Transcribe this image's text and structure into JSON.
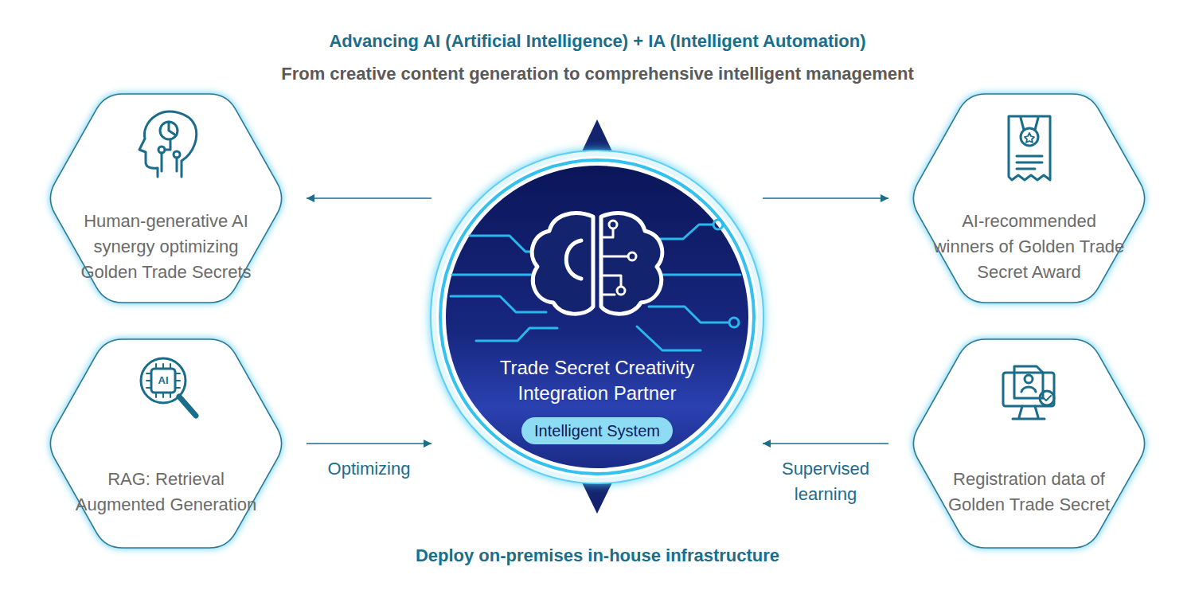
{
  "diagram": {
    "title": "Advancing AI (Artificial Intelligence) + IA (Intelligent Automation)",
    "caption": "Deploy on-premises in-house infrastructure",
    "nodes": [
      {
        "text": [
          "Human-generative AI synergy optimizing Golden Trade Secrets"
        ]
      },
      {
        "text": [
          "RAG: Retrieval Augmented Generation"
        ]
      },
      {
        "text": [
          "Trade Secret Creativity Integration Partner"
        ]
      },
      {
        "text": [
          "Intelligent System"
        ],
        "in": 2
      },
      {
        "text": [
          "AI-recommended winners of Golden Trade Secret Award"
        ]
      },
      {
        "text": [
          "Registration data of Golden Trade Secret"
        ]
      }
    ],
    "edges": [
      {
        "from": 2,
        "to": 0,
        "arrow": "to"
      },
      {
        "from": 1,
        "to": 2,
        "arrow": "to",
        "label": "Optimizing"
      },
      {
        "from": 2,
        "to": 4,
        "arrow": "to"
      },
      {
        "from": 5,
        "to": 2,
        "arrow": "to",
        "label": "Supervised learning"
      }
    ],
    "labels": [
      "From creative content generation to comprehensive intelligent management",
      "AI"
    ]
  }
}
